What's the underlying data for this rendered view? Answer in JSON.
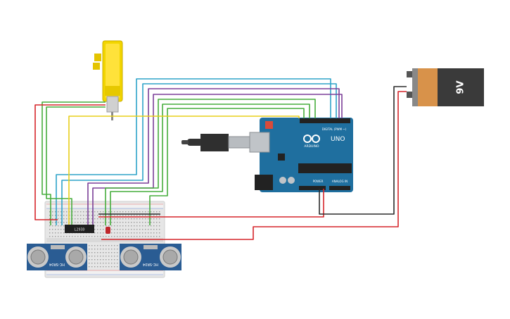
{
  "battery": {
    "label": "9V"
  },
  "arduino": {
    "brand": "ARDUINO",
    "model": "UNO",
    "digital_header": "DIGITAL (PWM ~)",
    "power_header": "POWER",
    "analog_header": "ANALOG IN"
  },
  "ic": {
    "label": "L293D"
  },
  "sensors": [
    {
      "label": "HC-SR04"
    },
    {
      "label": "HC-SR04"
    }
  ],
  "colors": {
    "red": "#d6262b",
    "black": "#2b2b2b",
    "blue": "#2ea3c9",
    "green": "#47ad3d",
    "purple": "#7b3f98",
    "yellow": "#e8cf1a",
    "board": "#1f6f9f",
    "motor": "#f2d500",
    "battery_body": "#3a3a3a",
    "battery_cap": "#d8924a",
    "sensor": "#2a5c93"
  }
}
